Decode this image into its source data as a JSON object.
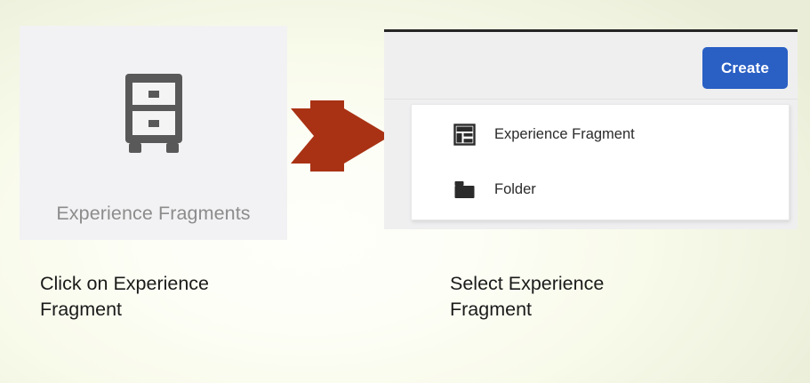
{
  "background": {
    "center_color": "#fefffa",
    "edge_color": "#eaeed8"
  },
  "left_step": {
    "tile": {
      "background_color": "#f2f2f4",
      "icon_name": "file-cabinet-icon",
      "icon_color": "#595959",
      "label": "Experience Fragments",
      "label_color": "#8c8c8c"
    },
    "caption": "Click on Experience\nFragment"
  },
  "arrow": {
    "icon_name": "right-arrow-icon",
    "color": "#A93214",
    "direction": "right"
  },
  "right_step": {
    "panel": {
      "background_color": "#efeff0",
      "top_border_color": "#262626"
    },
    "toolbar": {
      "create_label": "Create",
      "create_color": "#2a5fc4",
      "create_text_color": "#ffffff"
    },
    "dropdown": {
      "background_color": "#ffffff",
      "items": [
        {
          "label": "Experience Fragment",
          "icon_name": "layout-fragment-icon",
          "icon_color": "#2b2b2b"
        },
        {
          "label": "Folder",
          "icon_name": "folder-icon",
          "icon_color": "#2b2b2b"
        }
      ]
    },
    "caption": "Select Experience\nFragment"
  }
}
